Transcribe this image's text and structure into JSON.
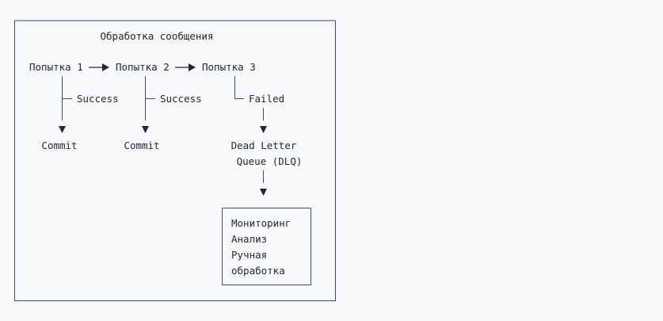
{
  "diagram": {
    "title": "Обработка сообщения",
    "attempts": [
      "Попытка 1",
      "Попытка 2",
      "Попытка 3"
    ],
    "branches": [
      {
        "status": "Success",
        "result": "Commit"
      },
      {
        "status": "Success",
        "result": "Commit"
      },
      {
        "status": "Failed",
        "result_lines": [
          "Dead Letter",
          "Queue (DLQ)"
        ]
      }
    ],
    "dlq_box": {
      "lines": [
        "Мониторинг",
        "Анализ",
        "Ручная",
        "обработка"
      ]
    }
  }
}
